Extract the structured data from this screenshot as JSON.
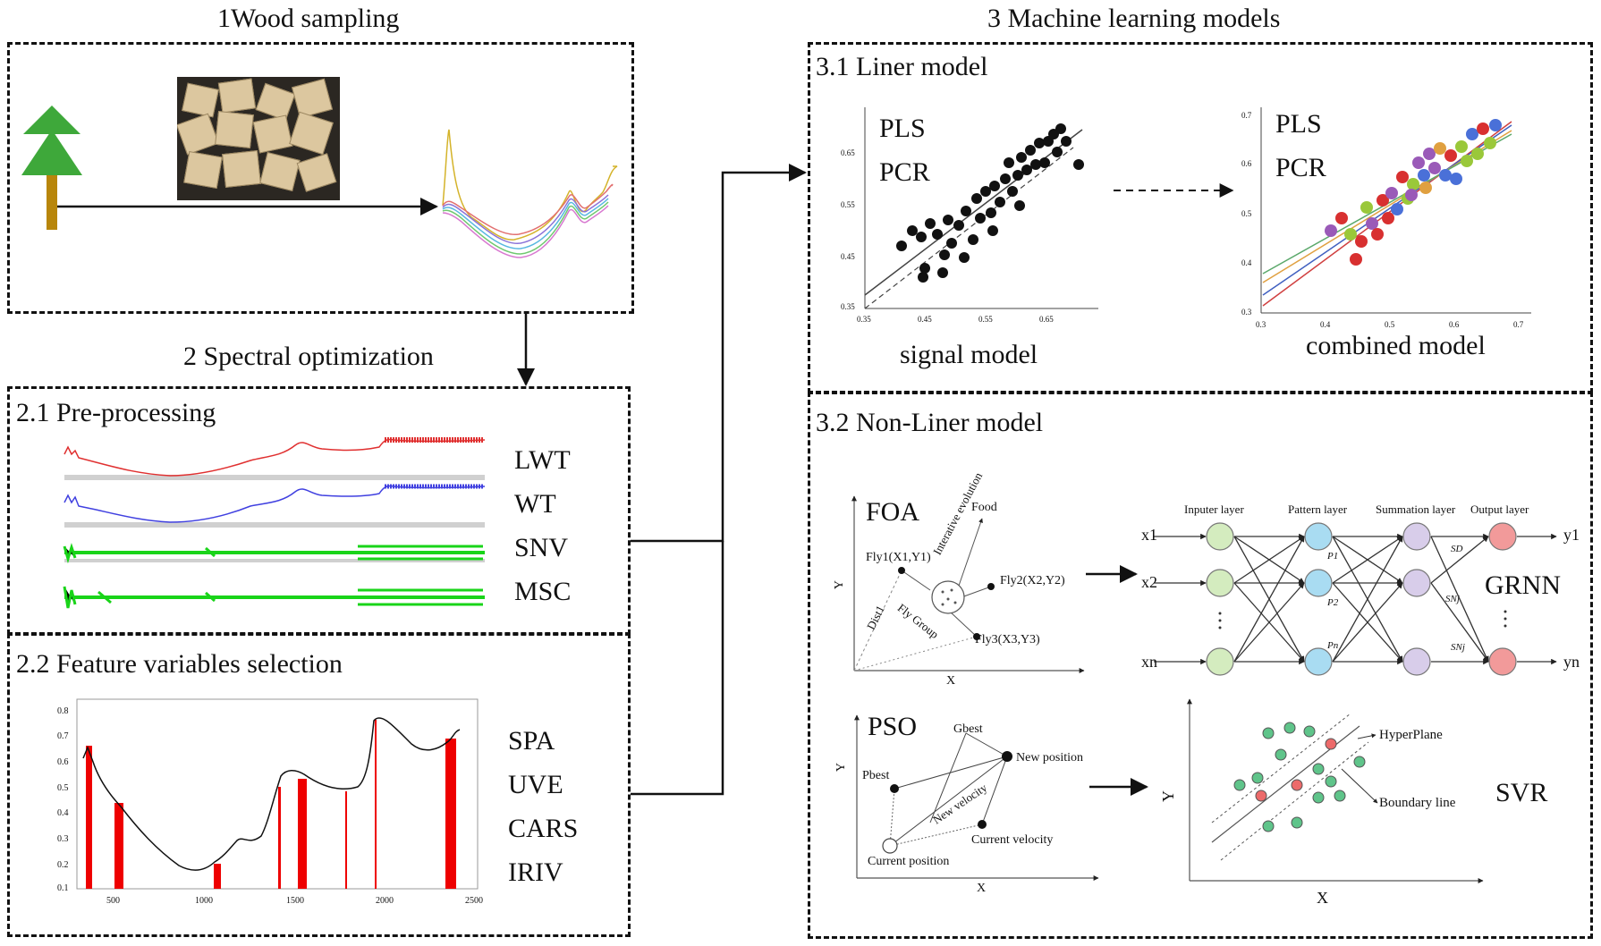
{
  "sections": {
    "wood_sampling": "1Wood sampling",
    "spectral_optimization": "2 Spectral optimization",
    "preprocessing": "2.1 Pre-processing",
    "feature_selection": "2.2 Feature variables selection",
    "ml_models": "3 Machine learning models",
    "liner_model": "3.1 Liner model",
    "nonliner_model": "3.2 Non-Liner model"
  },
  "preprocessing_methods": [
    "LWT",
    "WT",
    "SNV",
    "MSC"
  ],
  "feature_methods": [
    "SPA",
    "UVE",
    "CARS",
    "IRIV"
  ],
  "liner": {
    "signal_label": "signal model",
    "combined_label": "combined model",
    "methods": [
      "PLS",
      "PCR"
    ],
    "signal_xticks": [
      "0.35",
      "0.45",
      "0.55",
      "0.65"
    ],
    "signal_yticks": [
      "0.35",
      "0.45",
      "0.55",
      "0.65"
    ],
    "combined_xticks": [
      "0.3",
      "0.4",
      "0.5",
      "0.6",
      "0.7"
    ],
    "combined_yticks": [
      "0.3",
      "0.4",
      "0.5",
      "0.6",
      "0.7"
    ]
  },
  "feature_chart": {
    "xticks": [
      "500",
      "1000",
      "1500",
      "2000",
      "2500"
    ],
    "yticks": [
      "0.1",
      "0.2",
      "0.3",
      "0.4",
      "0.5",
      "0.6",
      "0.7",
      "0.8"
    ]
  },
  "foa": {
    "title": "FOA",
    "food": "Food",
    "evolution": "Interative evolution",
    "fly1": "Fly1(X1,Y1)",
    "fly2": "Fly2(X2,Y2)",
    "fly3": "Fly3(X3,Y3)",
    "group": "Fly Group",
    "dist": "Dist1",
    "x": "X",
    "y": "Y"
  },
  "grnn": {
    "title": "GRNN",
    "layers": [
      "Inputer layer",
      "Pattern layer",
      "Summation layer",
      "Output layer"
    ],
    "inputs": [
      "x1",
      "x2",
      "xn"
    ],
    "outputs": [
      "y1",
      "yn"
    ],
    "p_labels": [
      "P1",
      "P2",
      "Pn"
    ],
    "s_labels": [
      "SD",
      "SNj",
      "SNj"
    ]
  },
  "pso": {
    "title": "PSO",
    "gbest": "Gbest",
    "pbest": "Pbest",
    "new_position": "New position",
    "new_velocity": "New velocity",
    "current_velocity": "Current velocity",
    "current_position": "Current position",
    "x": "X",
    "y": "Y"
  },
  "svr": {
    "title": "SVR",
    "hyperplane": "HyperPlane",
    "boundary": "Boundary line",
    "x": "X",
    "y": "Y"
  },
  "colors": {
    "tree_green": "#3ea83a",
    "trunk": "#b8860b",
    "red_spectrum": "#e03030",
    "blue_spectrum": "#4040e0",
    "green_spectrum": "#19d419",
    "feature_bar": "#ee0000",
    "green_node": "#d4ecbf",
    "blue_node": "#a9dcf2",
    "purple_node": "#d8cdea",
    "pink_node": "#f29a9a"
  }
}
